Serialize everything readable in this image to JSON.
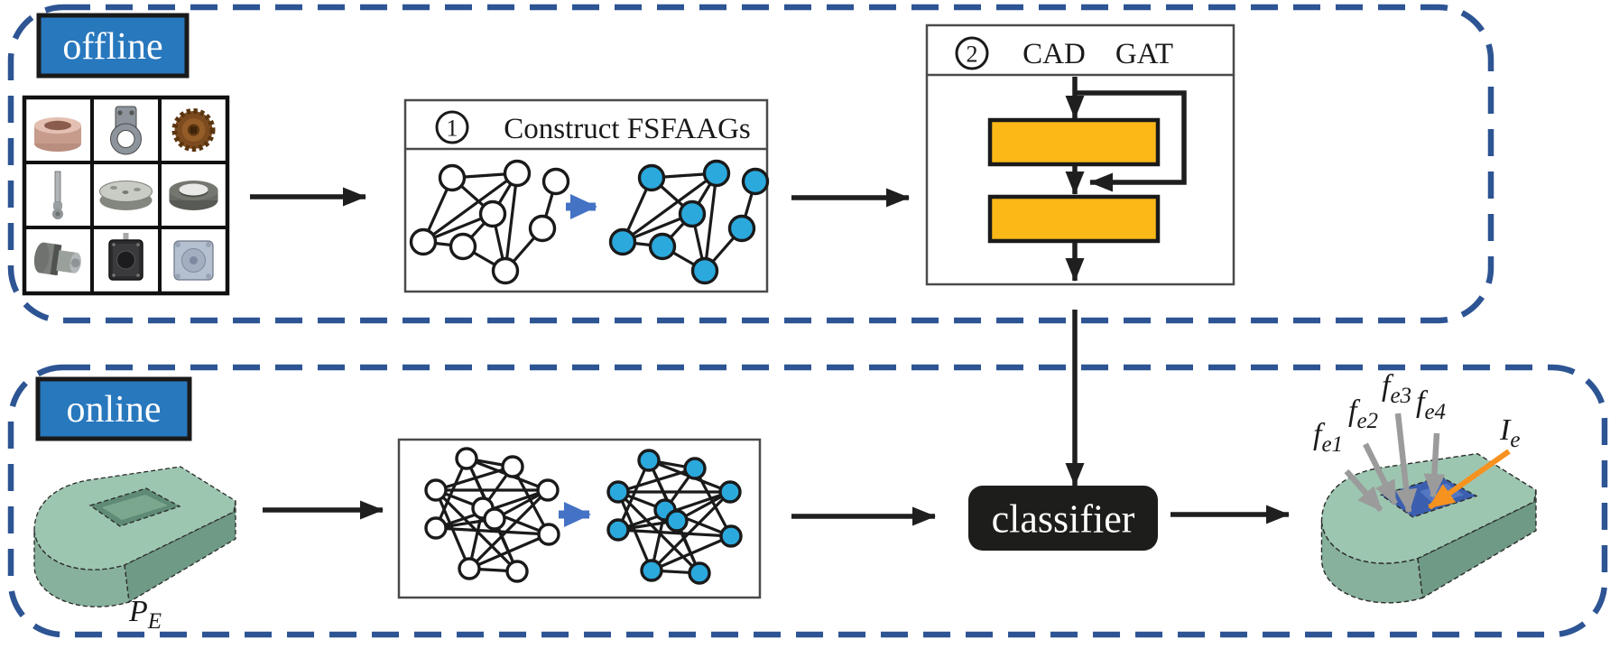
{
  "sections": {
    "offline": {
      "label": "offline"
    },
    "online": {
      "label": "online"
    }
  },
  "step_boxes": {
    "construct": {
      "number": "1",
      "title": "Construct FSFAAGs"
    },
    "cad_gat": {
      "number": "2",
      "cad": "CAD",
      "gat": "GAT"
    }
  },
  "classifier": {
    "label": "classifier"
  },
  "math_labels": {
    "input_part": {
      "main": "P",
      "sub": "E"
    },
    "features": [
      {
        "main": "f",
        "sub": "e1"
      },
      {
        "main": "f",
        "sub": "e2"
      },
      {
        "main": "f",
        "sub": "e3"
      },
      {
        "main": "f",
        "sub": "e4"
      }
    ],
    "result": {
      "main": "I",
      "sub": "e"
    }
  },
  "part_thumbnails": [
    "bushing",
    "bracket",
    "gear",
    "shaft",
    "disc",
    "ring",
    "spindle",
    "stepper-motor",
    "mount-plate"
  ],
  "colors": {
    "dashed_border": "#2d5493",
    "section_label_bg": "#2878be",
    "stage_fill": "#fbb817",
    "node_blue": "#2ba9dd",
    "transform_arrow": "#4472c4",
    "classifier_bg": "#1d1d1b",
    "feature_arrow_gray": "#9b9b9b",
    "intersection_arrow_orange": "#f6921e",
    "part_green_top": "#9dc6b1"
  }
}
